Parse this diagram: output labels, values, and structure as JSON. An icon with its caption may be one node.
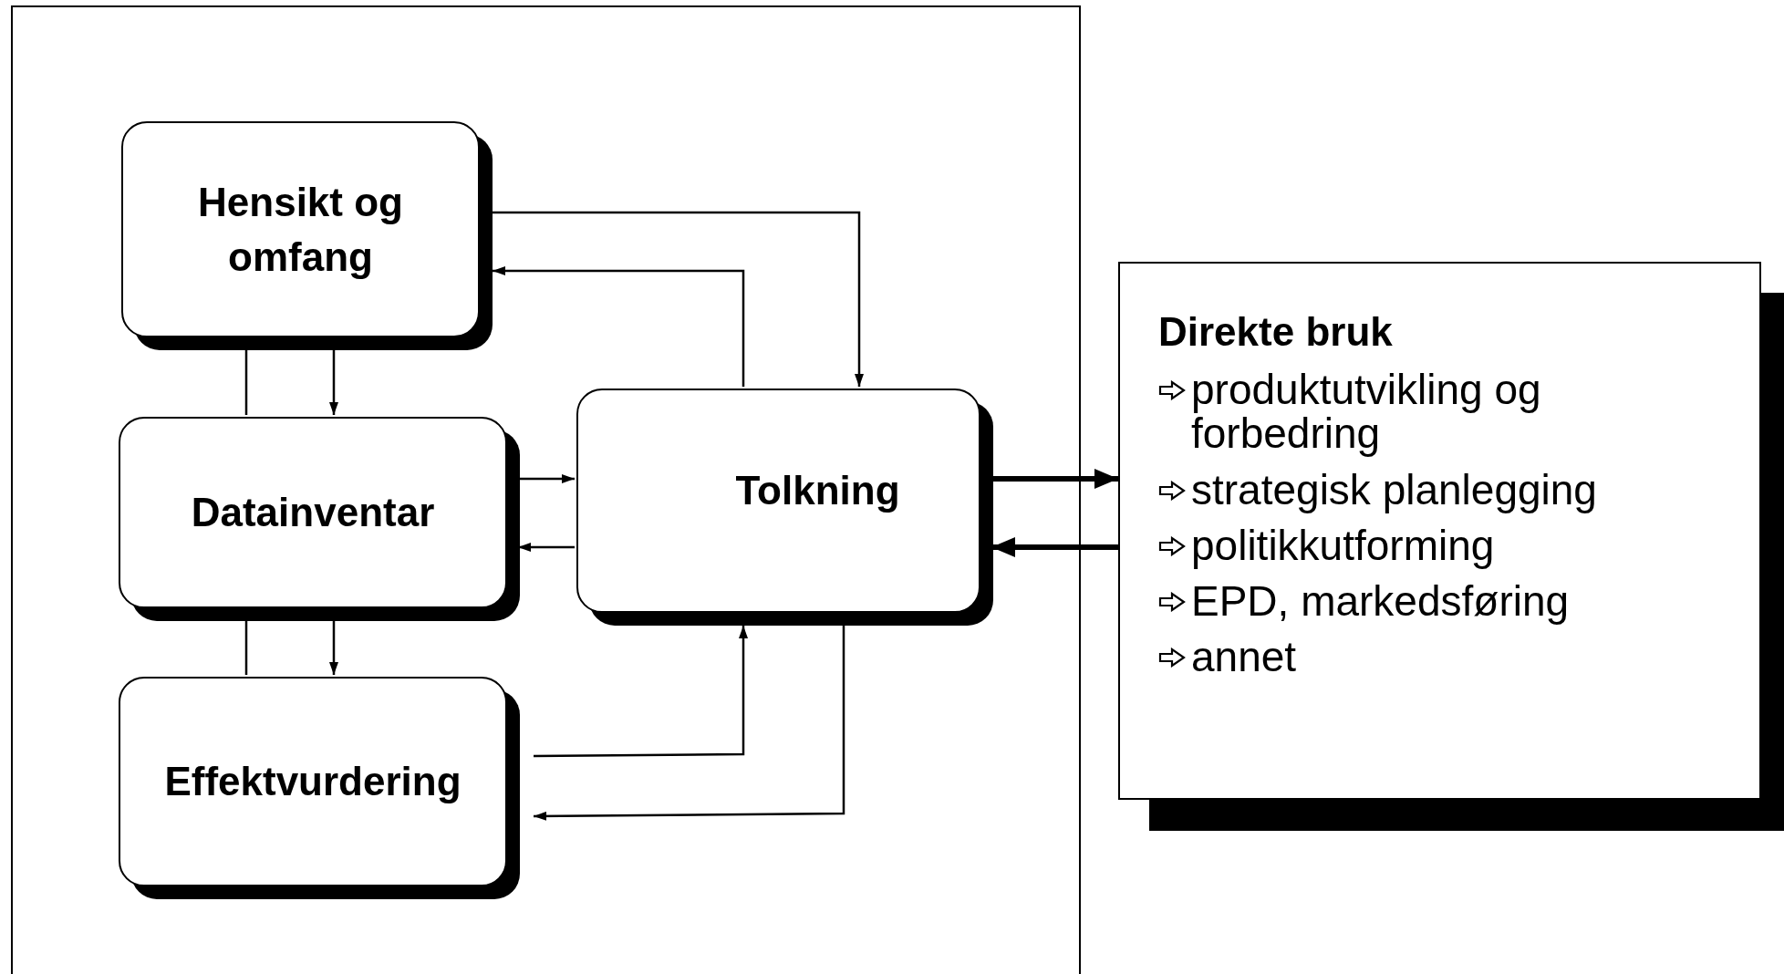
{
  "diagram": {
    "nodes": [
      {
        "text": [],
        "shape": "box"
      },
      {
        "text": [
          "Hensikt og omfang"
        ],
        "in": 0
      },
      {
        "text": [
          "Datainventar"
        ],
        "in": 0
      },
      {
        "text": [
          "Effektvurdering"
        ],
        "in": 0
      },
      {
        "text": [
          "Tolkning"
        ],
        "in": 0
      },
      {
        "text": [
          "Direkte bruk",
          "produktutvikling og forbedring",
          "strategisk planlegging",
          "politikkutforming",
          "EPD, markedsføring",
          "annet"
        ]
      }
    ],
    "edges": [
      {
        "from": 1,
        "to": 4,
        "arrow": "to"
      },
      {
        "from": 4,
        "to": 1,
        "arrow": "to"
      },
      {
        "from": 1,
        "to": 2,
        "arrow": "to"
      },
      {
        "from": 1,
        "to": 2,
        "arrow": "none"
      },
      {
        "from": 2,
        "to": 4,
        "arrow": "to"
      },
      {
        "from": 4,
        "to": 2,
        "arrow": "to"
      },
      {
        "from": 2,
        "to": 3,
        "arrow": "to"
      },
      {
        "from": 2,
        "to": 3,
        "arrow": "none"
      },
      {
        "from": 3,
        "to": 4,
        "arrow": "to"
      },
      {
        "from": 4,
        "to": 3,
        "arrow": "to"
      },
      {
        "from": 4,
        "to": 5,
        "arrow": "to",
        "style": "thick"
      },
      {
        "from": 5,
        "to": 4,
        "arrow": "to",
        "style": "thick"
      }
    ]
  }
}
